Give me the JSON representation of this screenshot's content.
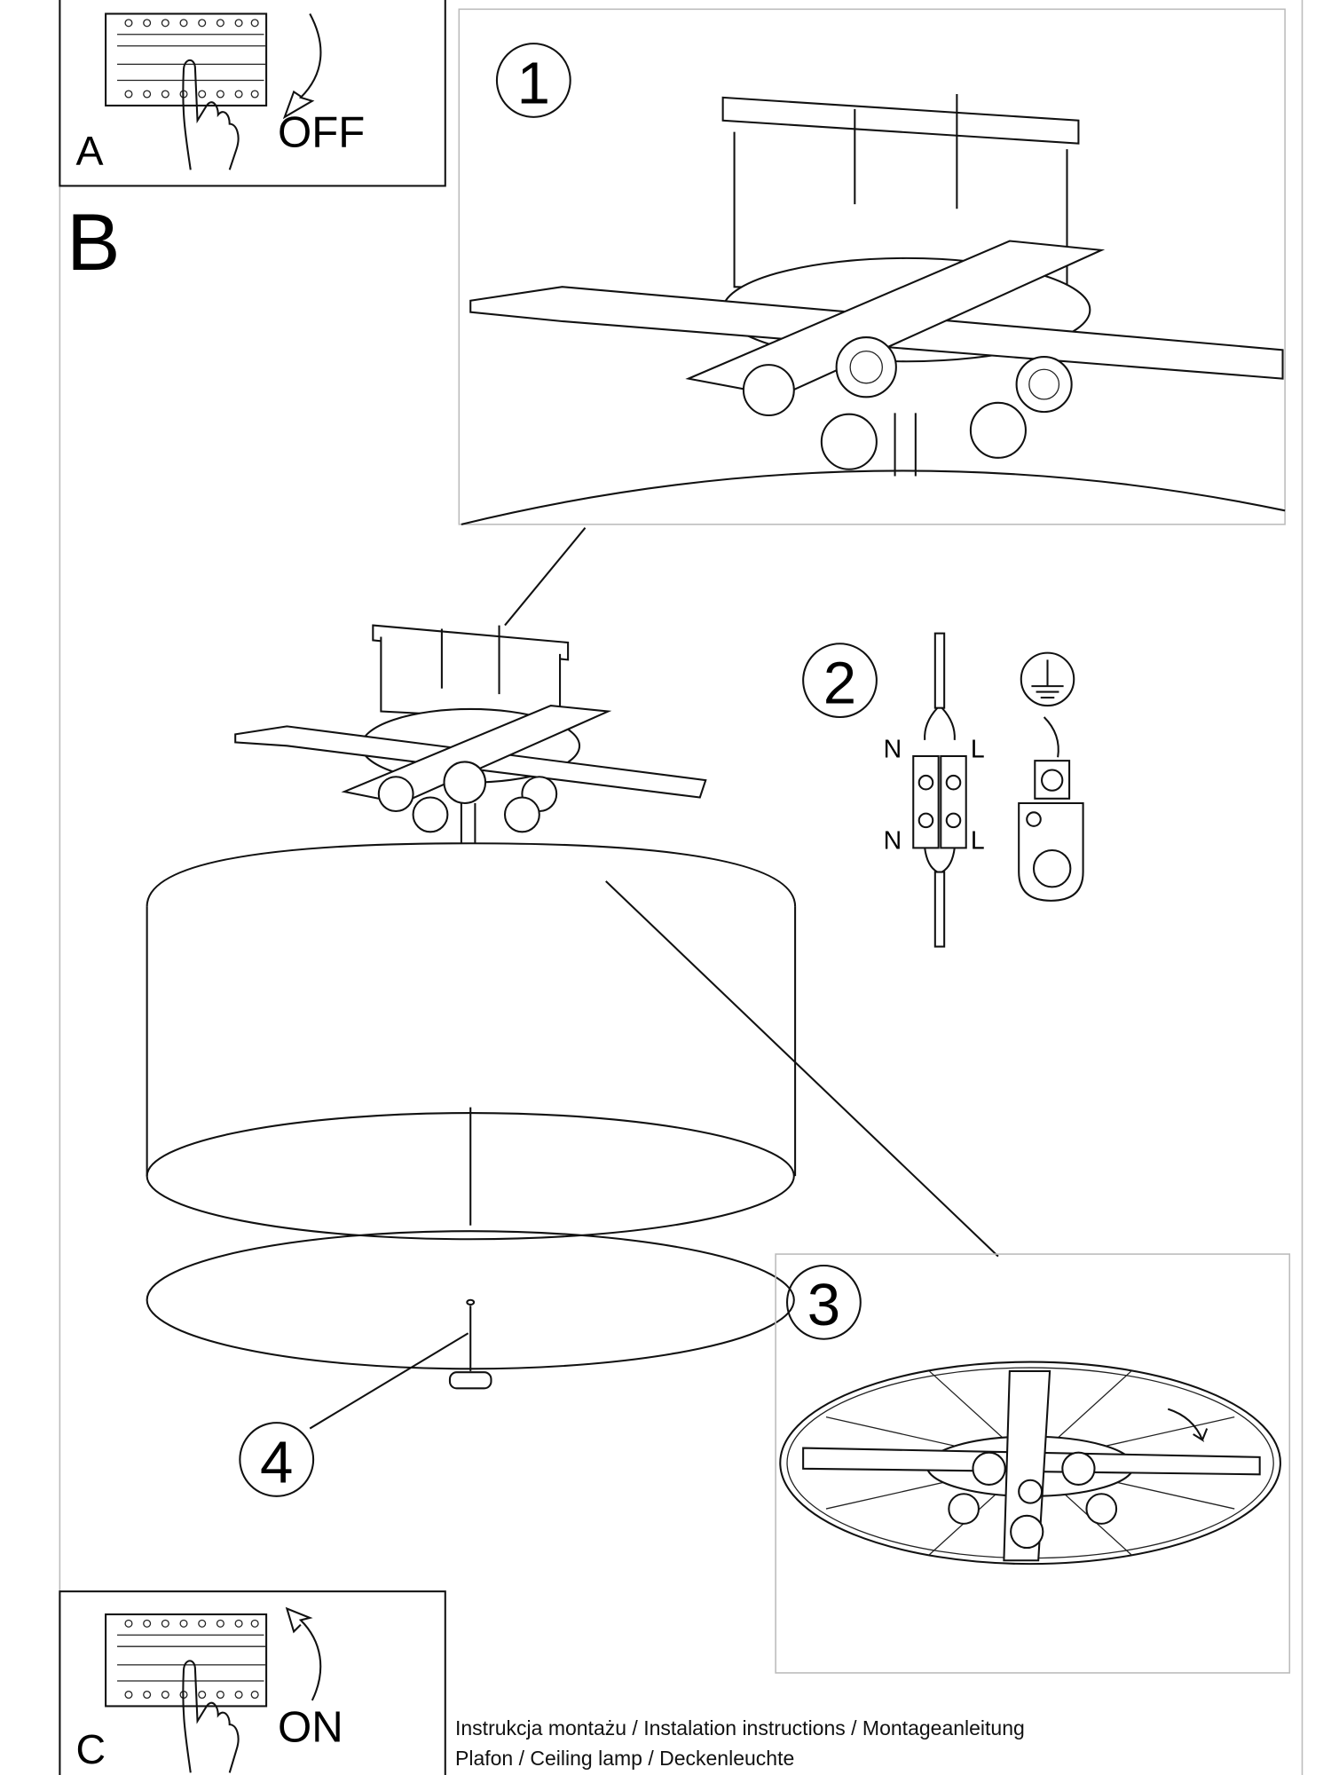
{
  "steps": {
    "a": {
      "letter": "A",
      "action": "OFF"
    },
    "b": {
      "letter": "B"
    },
    "c": {
      "letter": "C",
      "action": "ON"
    }
  },
  "callouts": [
    "1",
    "2",
    "3",
    "4"
  ],
  "wiring": {
    "neutral": "N",
    "live": "L"
  },
  "footer": {
    "line1": "Instrukcja montażu / Instalation instructions / Montageanleitung",
    "line2": "Plafon / Ceiling lamp / Deckenleuchte"
  }
}
